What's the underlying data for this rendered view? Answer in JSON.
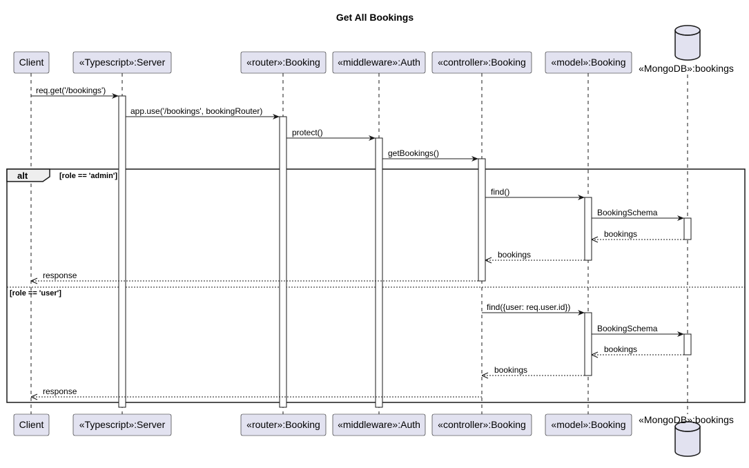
{
  "diagram": {
    "title": "Get All Bookings",
    "participants": [
      {
        "id": "client",
        "label": "Client",
        "kind": "participant"
      },
      {
        "id": "server",
        "label": "«Typescript»:Server",
        "kind": "participant"
      },
      {
        "id": "router",
        "label": "«router»:Booking",
        "kind": "participant"
      },
      {
        "id": "auth",
        "label": "«middleware»:Auth",
        "kind": "participant"
      },
      {
        "id": "controller",
        "label": "«controller»:Booking",
        "kind": "participant"
      },
      {
        "id": "model",
        "label": "«model»:Booking",
        "kind": "participant"
      },
      {
        "id": "db",
        "label": "«MongoDB»:bookings",
        "kind": "database"
      }
    ],
    "messages": [
      {
        "from": "client",
        "to": "server",
        "label": "req.get('/bookings')",
        "style": "solid"
      },
      {
        "from": "server",
        "to": "router",
        "label": "app.use('/bookings', bookingRouter)",
        "style": "solid"
      },
      {
        "from": "router",
        "to": "auth",
        "label": "protect()",
        "style": "solid"
      },
      {
        "from": "auth",
        "to": "controller",
        "label": "getBookings()",
        "style": "solid"
      },
      {
        "from": "controller",
        "to": "model",
        "label": "find()",
        "style": "solid"
      },
      {
        "from": "model",
        "to": "db",
        "label": "BookingSchema",
        "style": "solid"
      },
      {
        "from": "db",
        "to": "model",
        "label": "bookings",
        "style": "dashed"
      },
      {
        "from": "model",
        "to": "controller",
        "label": "bookings",
        "style": "dashed"
      },
      {
        "from": "controller",
        "to": "client",
        "label": "response",
        "style": "dashed"
      },
      {
        "from": "controller",
        "to": "model",
        "label": "find({user: req.user.id})",
        "style": "solid"
      },
      {
        "from": "model",
        "to": "db",
        "label": "BookingSchema",
        "style": "solid"
      },
      {
        "from": "db",
        "to": "model",
        "label": "bookings",
        "style": "dashed"
      },
      {
        "from": "model",
        "to": "controller",
        "label": "bookings",
        "style": "dashed"
      },
      {
        "from": "controller",
        "to": "client",
        "label": "response",
        "style": "dashed"
      }
    ],
    "fragment": {
      "type": "alt",
      "guards": [
        "[role == 'admin']",
        "[role == 'user']"
      ]
    },
    "colors": {
      "participant_fill": "#e2e2f0",
      "participant_stroke": "#181818",
      "lifeline": "#181818",
      "activation_fill": "#ffffff"
    }
  }
}
